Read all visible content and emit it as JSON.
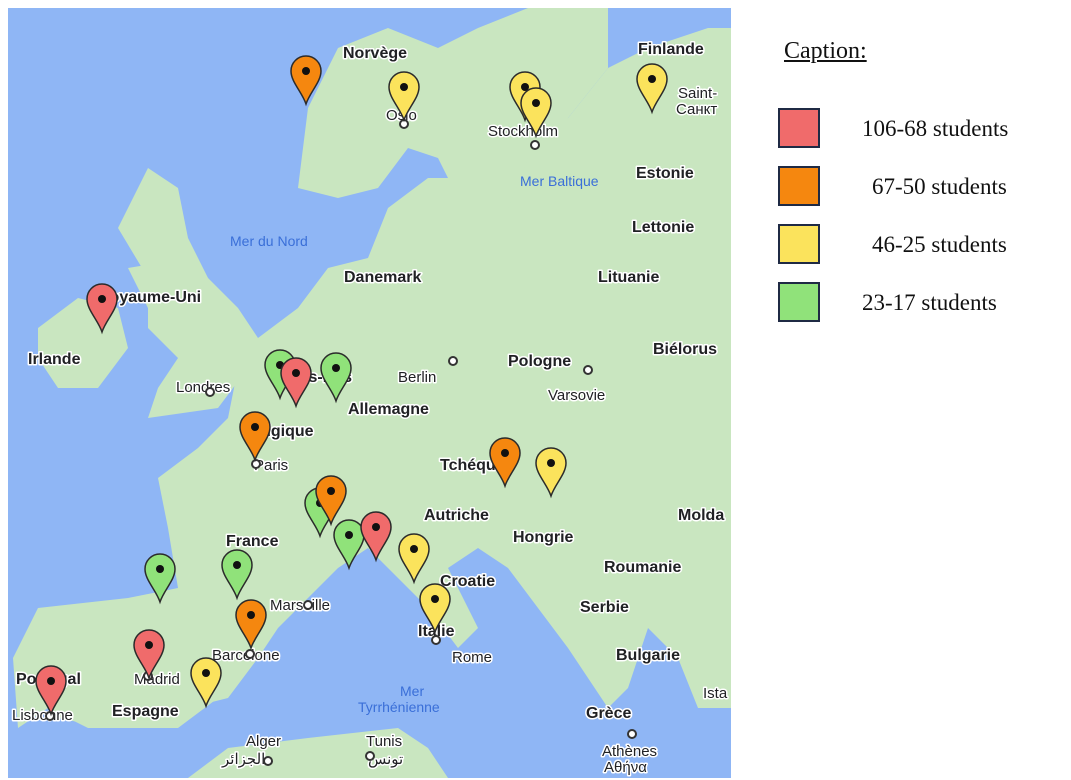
{
  "legend": {
    "title": "Caption:",
    "items": [
      {
        "label": "106-68 students",
        "color": "#f06b6b"
      },
      {
        "label": "67-50 students",
        "color": "#f5870f"
      },
      {
        "label": "46-25 students",
        "color": "#fbe35c"
      },
      {
        "label": "23-17 students",
        "color": "#90e27a"
      }
    ]
  },
  "map": {
    "land_color": "#c9e6c0",
    "sea_color": "#8fb6f5",
    "labels": {
      "finlande": "Finlande",
      "norvege": "Norvège",
      "oslo": "Oslo",
      "stockholm": "Stockholm",
      "saint_p": "Saint-",
      "saint_p_ru": "Санкт",
      "estonie": "Estonie",
      "mer_baltique": "Mer Baltique",
      "lettonie": "Lettonie",
      "mer_du_nord": "Mer du Nord",
      "danemark": "Danemark",
      "lituanie": "Lituanie",
      "royaume_uni": "Royaume-Uni",
      "irlande": "Irlande",
      "bielorussie": "Biélorus",
      "pays_bas": "Pays-Bas",
      "berlin": "Berlin",
      "pologne": "Pologne",
      "londres": "Londres",
      "varsovie": "Varsovie",
      "allemagne": "Allemagne",
      "belgique": "Belgique",
      "paris": "Paris",
      "tchequie": "Tchéquie",
      "autriche": "Autriche",
      "moldavie": "Molda",
      "france": "France",
      "hongrie": "Hongrie",
      "roumanie": "Roumanie",
      "croatie": "Croatie",
      "marseille": "Marseille",
      "serbie": "Serbie",
      "italie": "Italie",
      "barcelone": "Barcelone",
      "rome": "Rome",
      "bulgarie": "Bulgarie",
      "portugal": "Portugal",
      "madrid": "Madrid",
      "espagne": "Espagne",
      "lisbonne": "Lisbonne",
      "mer_tyrr_1": "Mer",
      "mer_tyrr_2": "Tyrrhénienne",
      "istanbul": "Ista",
      "grece": "Grèce",
      "alger": "Alger",
      "alger_ar": "الجزائر",
      "tunis": "Tunis",
      "tunis_ar": "تونس",
      "athenes": "Athènes",
      "athenes_gr": "Αθήνα"
    },
    "markers": [
      {
        "name": "bergen",
        "tier": 1
      },
      {
        "name": "oslo",
        "tier": 2
      },
      {
        "name": "stockholm-a",
        "tier": 2
      },
      {
        "name": "stockholm-b",
        "tier": 2
      },
      {
        "name": "helsinki",
        "tier": 2
      },
      {
        "name": "dublin",
        "tier": 0
      },
      {
        "name": "netherlands",
        "tier": 3
      },
      {
        "name": "belgium",
        "tier": 0
      },
      {
        "name": "germany-west",
        "tier": 3
      },
      {
        "name": "paris",
        "tier": 1
      },
      {
        "name": "prague",
        "tier": 1
      },
      {
        "name": "bratislava",
        "tier": 2
      },
      {
        "name": "switzerland-green",
        "tier": 3
      },
      {
        "name": "switzerland-orange",
        "tier": 1
      },
      {
        "name": "turin",
        "tier": 3
      },
      {
        "name": "milan",
        "tier": 0
      },
      {
        "name": "bologna",
        "tier": 2
      },
      {
        "name": "bordeaux",
        "tier": 3
      },
      {
        "name": "toulouse",
        "tier": 3
      },
      {
        "name": "barcelona",
        "tier": 1
      },
      {
        "name": "rome",
        "tier": 2
      },
      {
        "name": "madrid",
        "tier": 0
      },
      {
        "name": "valencia",
        "tier": 2
      },
      {
        "name": "lisbon",
        "tier": 0
      }
    ]
  }
}
